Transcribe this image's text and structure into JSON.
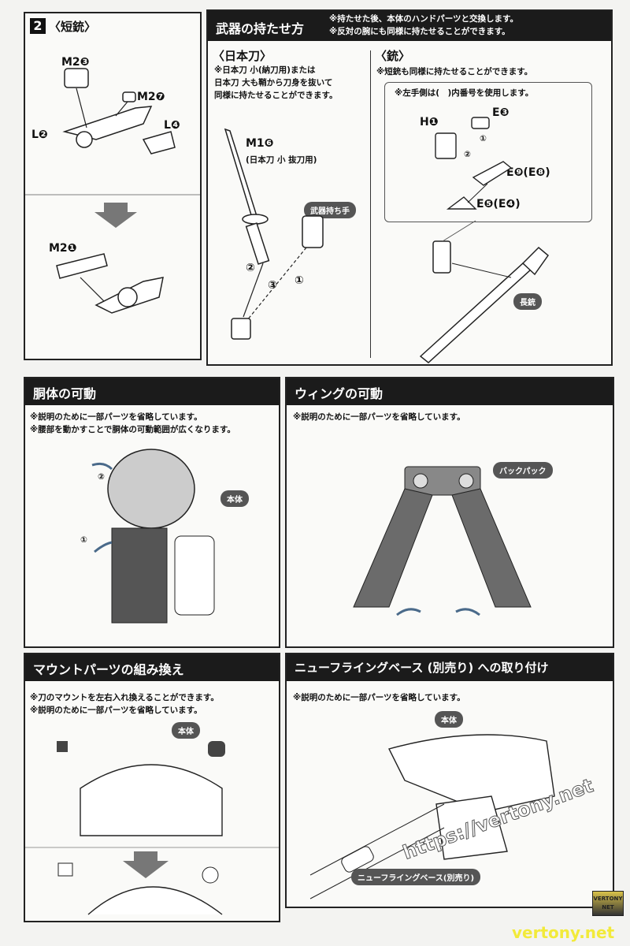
{
  "step2": {
    "number": "2",
    "title": "〈短銃〉",
    "labels": [
      "M2❸",
      "M2❼",
      "L❷",
      "L❹",
      "M2❶"
    ]
  },
  "weapon": {
    "title": "武器の持たせ方",
    "notes": [
      "※持たせた後、本体のハンドパーツと交換します。",
      "※反対の腕にも同様に持たせることができます。"
    ],
    "katana": {
      "title": "〈日本刀〉",
      "note": [
        "※日本刀 小(納刀用)または",
        "日本刀 大も鞘から刀身を抜いて",
        "同様に持たせることができます。"
      ],
      "part": "M1❻",
      "part_sub": "(日本刀 小 抜刀用)",
      "hand": "武器持ち手",
      "steps": [
        "②",
        "③",
        "①"
      ]
    },
    "gun": {
      "title": "〈銃〉",
      "note": "※短銃も同様に持たせることができます。",
      "box_note": "※左手側は(　)内番号を使用します。",
      "labels": [
        "H❶",
        "E❸",
        "E❾(E❽)",
        "E❺(E❹)"
      ],
      "steps": [
        "①",
        "②"
      ],
      "long_gun": "長銃"
    }
  },
  "torso": {
    "title": "胴体の可動",
    "notes": [
      "※説明のために一部パーツを省略しています。",
      "※腰部を動かすことで胴体の可動範囲が広くなります。"
    ],
    "body": "本体",
    "steps": [
      "②",
      "①"
    ]
  },
  "wing": {
    "title": "ウィングの可動",
    "note": "※説明のために一部パーツを省略しています。",
    "backpack": "バックパック"
  },
  "mount": {
    "title": "マウントパーツの組み換え",
    "notes": [
      "※刀のマウントを左右入れ換えることができます。",
      "※説明のために一部パーツを省略しています。"
    ],
    "body": "本体"
  },
  "base": {
    "title": "ニューフライングベース (別売り) への取り付け",
    "note": "※説明のために一部パーツを省略しています。",
    "body": "本体",
    "base_label": "ニューフライングベース(別売り)"
  },
  "watermark": {
    "url": "https://vertony.net",
    "site": "vertony.net",
    "logo": "VERTONY NET"
  }
}
